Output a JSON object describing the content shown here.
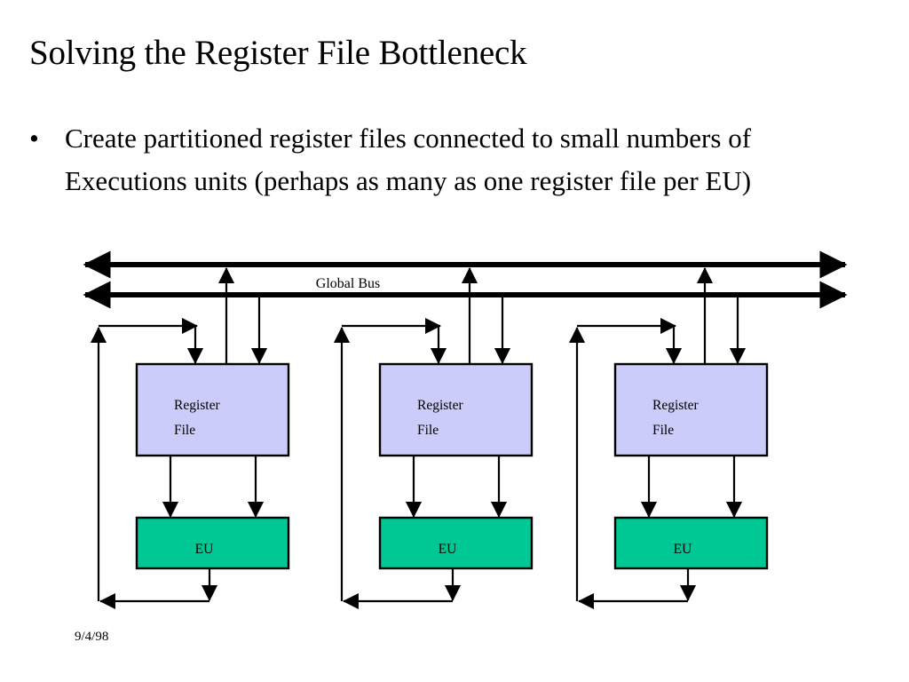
{
  "slide": {
    "title": "Solving the Register File Bottleneck",
    "footer_date": "9/4/98",
    "bullets": [
      {
        "marker": "•",
        "text": "Create partitioned register files connected to small numbers of Executions units (perhaps as many as one register file per EU)"
      }
    ]
  },
  "diagram": {
    "bus_label": "Global Bus",
    "groups": [
      {
        "register_file_label_line1": "Register",
        "register_file_label_line2": "File",
        "eu_label": "EU"
      },
      {
        "register_file_label_line1": "Register",
        "register_file_label_line2": "File",
        "eu_label": "EU"
      },
      {
        "register_file_label_line1": "Register",
        "register_file_label_line2": "File",
        "eu_label": "EU"
      }
    ],
    "colors": {
      "register_file_fill": "#CCCCFA",
      "eu_fill": "#00C894",
      "stroke": "#000000",
      "background": "#FFFFFF"
    }
  }
}
